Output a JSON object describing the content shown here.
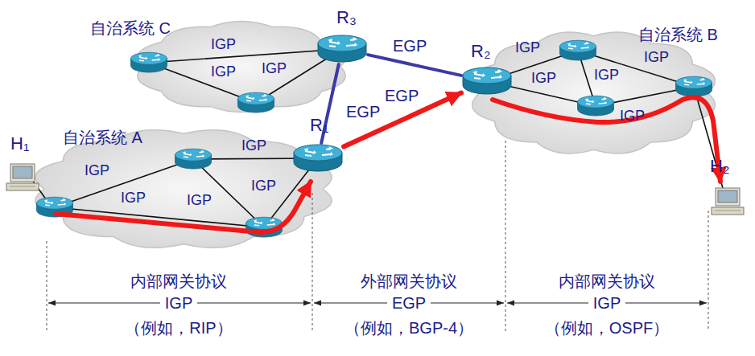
{
  "diagram": {
    "nodes": [
      {
        "text": [
          "自治系统 C"
        ]
      },
      {
        "text": [
          "R₃"
        ],
        "in": 0
      },
      {
        "text": [
          "自治系统 B"
        ]
      },
      {
        "text": [
          "R₂"
        ],
        "in": 2
      },
      {
        "text": [
          "自治系统 A"
        ]
      },
      {
        "text": [
          "R₁"
        ],
        "in": 4
      },
      {
        "text": [
          "H₁"
        ]
      },
      {
        "text": [
          "H₂"
        ]
      }
    ],
    "edges": [
      {
        "from": 1,
        "to": 3,
        "label": "EGP",
        "arrow": "none"
      },
      {
        "from": 1,
        "to": 5,
        "label": "EGP",
        "arrow": "none"
      },
      {
        "from": 5,
        "to": 3,
        "label": "EGP",
        "arrow": "to"
      }
    ],
    "labels": [
      "IGP",
      "IGP",
      "IGP",
      "IGP",
      "IGP",
      "IGP",
      "IGP",
      "IGP",
      "IGP",
      "IGP",
      "IGP",
      "IGP",
      "IGP",
      "内部网关协议",
      "IGP",
      "（例如，RIP）",
      "外部网关协议",
      "EGP",
      "（例如，BGP-4）",
      "内部网关协议",
      "IGP",
      "（例如，OSPF）"
    ]
  }
}
